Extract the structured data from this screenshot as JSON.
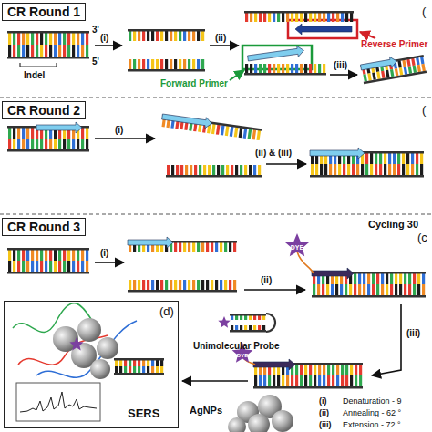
{
  "diagram": {
    "nodes": [
      {
        "text": [
          "CR Round 1"
        ]
      },
      {
        "text": [
          "CR Round 2"
        ]
      },
      {
        "text": [
          "CR Round 3"
        ]
      },
      {
        "text": [
          "(d)",
          "SERS"
        ]
      }
    ],
    "labels": [
      "3'",
      "5'",
      "Indel",
      "(i)",
      "(ii)",
      "Reverse Primer",
      "Forward Primer",
      "(iii)",
      "(",
      "(i)",
      "(ii) & (iii)",
      "(",
      "Cycling 30",
      "(c",
      "(i)",
      "DYE",
      "(ii)",
      "Unimolecular Probe",
      "(iii)",
      "DYE",
      "AgNPs",
      "(i)",
      "Denaturation - 9",
      "(ii)",
      "Annealing - 62 °",
      "(iii)",
      "Extension - 72 °"
    ]
  }
}
